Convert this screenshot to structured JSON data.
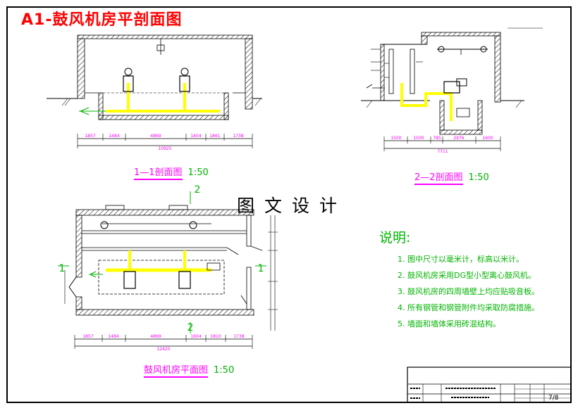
{
  "drawing_title": "A1-鼓风机房平剖面图",
  "stamp_text": "图文设计",
  "views": {
    "section_1": {
      "title": "1—1剖面图",
      "scale": "1:50"
    },
    "section_2": {
      "title": "2—2剖面图",
      "scale": "1:50"
    },
    "plan": {
      "title": "鼓风机房平面图",
      "scale": "1:50"
    }
  },
  "section_1_dims": {
    "chain": [
      "1857",
      "1484",
      "4869",
      "1404",
      "1861",
      "1738"
    ],
    "total": "10925"
  },
  "section_2_dims": {
    "chain": [
      "1500",
      "1500",
      "785",
      "2976",
      "1600"
    ],
    "total": "7711"
  },
  "plan_dims": {
    "chain": [
      "1857",
      "1484",
      "4869",
      "1604",
      "1810",
      "1738"
    ],
    "total": "12425"
  },
  "section_marks": {
    "left": "1",
    "right": "1",
    "top": "2",
    "bottom": "2"
  },
  "notes": {
    "heading": "说明:",
    "items": [
      "1. 图中尺寸以毫米计，标高以米计。",
      "2. 鼓风机房采用DG型小型离心鼓风机。",
      "3. 鼓风机房的四周墙壁上均应贴吸音板。",
      "4. 所有钢管和钢管附件均采取防腐措施。",
      "5. 墙面和墙体采用砖混结构。"
    ]
  },
  "title_block": {
    "sheet": "7/8"
  },
  "colors": {
    "title": "#ff0000",
    "notes": "#00b400",
    "view_titles": "#ff00ff",
    "air_pipe": "#ffff00",
    "dimension": "#ff00ff"
  }
}
